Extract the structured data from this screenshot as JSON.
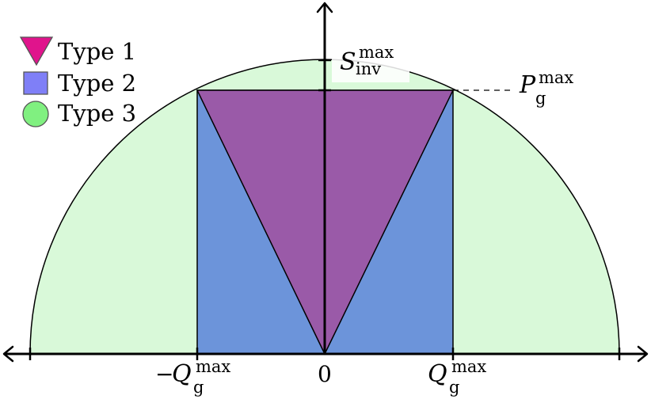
{
  "colors": {
    "type1": "#e0148c",
    "type2": "#7f7ff7",
    "type3": "#80f080",
    "region_circle": "#d9f9d9",
    "region_square": "#6c94da",
    "region_triangle": "#9a5aa8",
    "stroke": "#000000"
  },
  "legend": {
    "items": [
      {
        "label": "Type 1",
        "shape": "triangle-down",
        "color_key": "type1"
      },
      {
        "label": "Type 2",
        "shape": "square",
        "color_key": "type2"
      },
      {
        "label": "Type 3",
        "shape": "circle",
        "color_key": "type3"
      }
    ]
  },
  "axes": {
    "x_ticks": {
      "neg_q": {
        "sign": "−",
        "main": "Q",
        "sup": "max",
        "sub": "g"
      },
      "zero": "0",
      "pos_q": {
        "main": "Q",
        "sup": "max",
        "sub": "g"
      }
    },
    "y_labels": {
      "s_inv": {
        "main": "S",
        "sup": "max",
        "sub": "inv"
      },
      "p_g": {
        "main": "P",
        "sup": "max",
        "sub": "g"
      }
    }
  }
}
